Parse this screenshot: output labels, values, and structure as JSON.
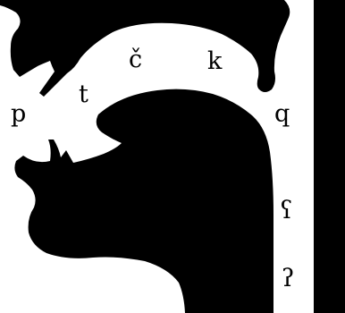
{
  "colors": {
    "ink": "#000000",
    "paper": "#ffffff"
  },
  "labels": {
    "p": "p",
    "t": "t",
    "c_hacek": "č",
    "k": "k",
    "q": "q",
    "voiced_pharyngeal": "ʕ",
    "glottal_stop": "ʔ"
  }
}
